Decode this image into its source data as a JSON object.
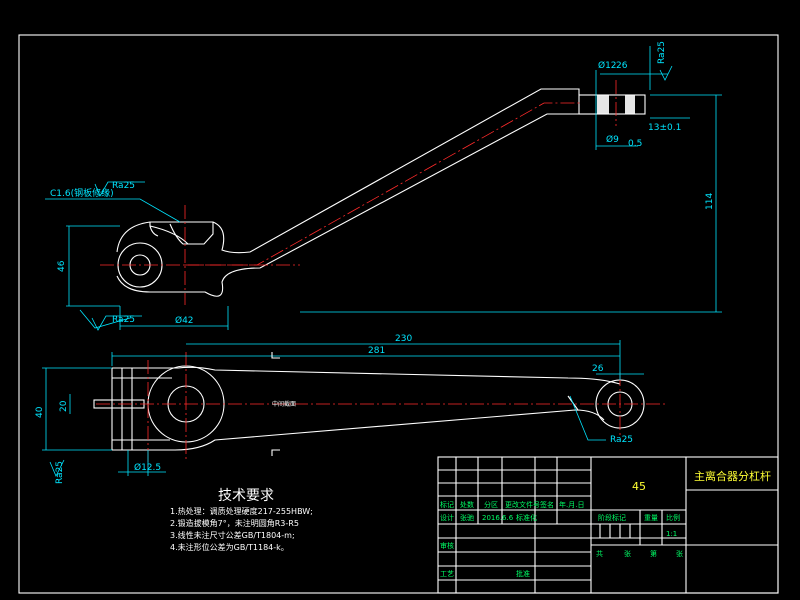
{
  "dimensions": {
    "top_angle_dia": "Ø12",
    "top_depth": "26",
    "top_roughness": "Ra25",
    "top_small_dia": "Ø9",
    "top_small_tol": "0.5",
    "top_thread": "13±0.1",
    "height_114": "114",
    "chamfer_note": "C1.6(钢板修缘)",
    "rough_top_left": "Ra25",
    "rough_bottom_left": "Ra25",
    "height_46": "46",
    "width_42": "Ø42",
    "len_230": "230",
    "len_281": "281",
    "len_26": "26",
    "rough_right": "Ra25",
    "left_height_40": "40",
    "left_width_20": "20",
    "left_rough": "Ra25",
    "bottom_width_12_5": "Ø12.5",
    "center_label": "中间截面"
  },
  "tech": {
    "title": "技术要求",
    "items": [
      "1.热处理：调质处理硬度217-255HBW;",
      "2.锻造拔模角7°，未注明圆角R3-R5",
      "3.线性未注尺寸公差GB/T1804-m;",
      "4.未注形位公差为GB/T1184-k。"
    ]
  },
  "title_block": {
    "material": "45",
    "part_name": "主离合器分杠杆",
    "scale": "1:1",
    "row_labels": [
      "标记",
      "处数",
      "分区",
      "更改文件号",
      "签名",
      "年.月.日"
    ],
    "designer_label": "设计",
    "designer": "张驰",
    "date": "2016.6.6",
    "standard": "标准化",
    "stage_label": "阶段标记",
    "weight_label": "重量",
    "scale_label": "比例",
    "review_label": "审核",
    "process_label": "工艺",
    "approve_label": "批准",
    "sheet_labels": [
      "共",
      "张",
      "第",
      "张"
    ]
  }
}
